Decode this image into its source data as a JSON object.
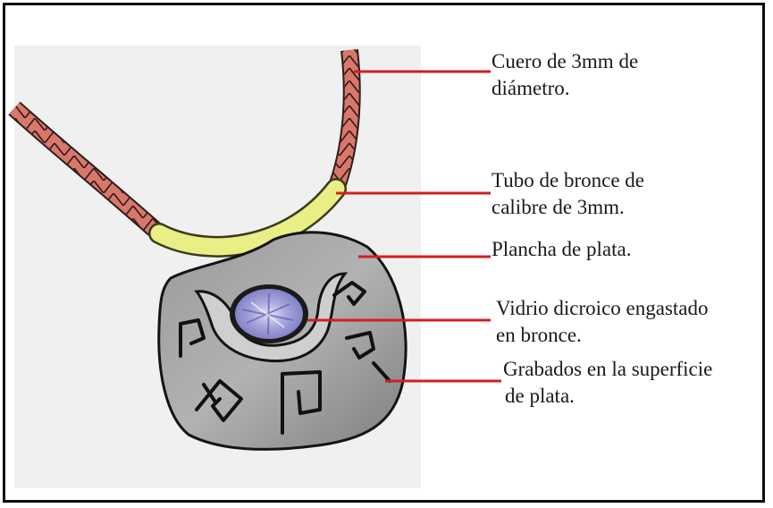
{
  "labels": {
    "leather": [
      "Cuero de 3mm de",
      "diámetro."
    ],
    "tube": [
      "Tubo de bronce de",
      "calibre de 3mm."
    ],
    "plate": [
      "Plancha de plata."
    ],
    "glass": [
      "Vidrio dicroico engastado",
      "en bronce."
    ],
    "engravings": [
      "Grabados en la superficie",
      "de plata."
    ]
  },
  "colors": {
    "leader_line": "#d11f1f",
    "leather": "#d9776a",
    "tube": "#e9ee85",
    "silver": "#8d8d8d",
    "glass": "#a9a8dd"
  }
}
